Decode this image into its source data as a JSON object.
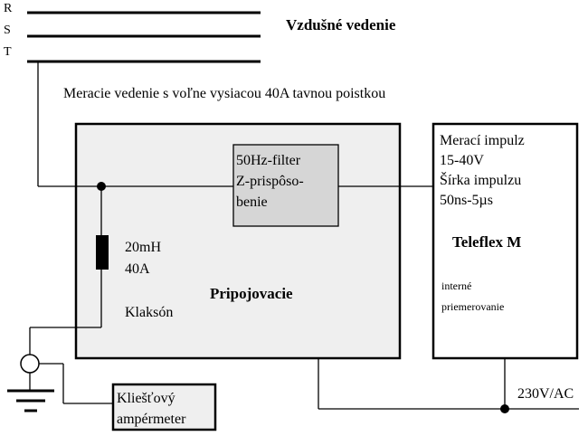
{
  "phases": {
    "r": "R",
    "s": "S",
    "t": "T"
  },
  "overhead_line_label": "Vzdušné vedenie",
  "measuring_line_label": "Meracie vedenie s voľne vysiacou 40A tavnou poistkou",
  "filter": {
    "line1": "50Hz-filter",
    "line2": "Z-prispôso-",
    "line3": "benie"
  },
  "inductor": {
    "line1": "20mH",
    "line2": "40A",
    "line3": "Klaksón"
  },
  "connection_box_label": "Pripojovacie",
  "teleflex": {
    "line1": "Merací impulz",
    "line2": "15-40V",
    "line3": "Šírka impulzu",
    "line4": "50ns-5µs",
    "title": "Teleflex M",
    "note1": "interné",
    "note2": "priemerovanie"
  },
  "ammeter": {
    "line1": "Kliešťový",
    "line2": "ampérmeter"
  },
  "supply_label": "230V/AC",
  "colors": {
    "line": "#000000",
    "box_fill": "#efefef",
    "filter_fill": "#d6d6d6",
    "background": "#ffffff"
  }
}
